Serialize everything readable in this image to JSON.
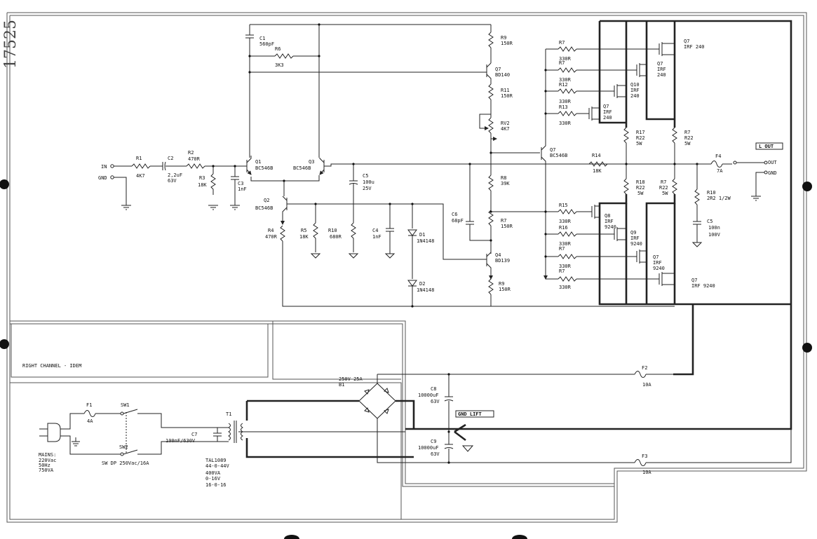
{
  "handwritten_id": "17525",
  "panel_label": "RIGHT CHANNEL - IDEM",
  "output_box": "L OUT",
  "gnd_lift_box": "GND LIFT",
  "terminals": {
    "in": "IN",
    "gnd": "GND",
    "out": "OUT",
    "gnd_out": "GND"
  },
  "mains": {
    "line1": "MAINS:",
    "line2": "220Vac",
    "line3": "50Hz",
    "line4": "750VA"
  },
  "components": {
    "R1": {
      "ref": "R1",
      "val": "4K7"
    },
    "C2": {
      "ref": "C2",
      "val": "2,2uF",
      "val2": "63V"
    },
    "R2": {
      "ref": "R2",
      "val": "470R"
    },
    "R3": {
      "ref": "R3",
      "val": "18K"
    },
    "C3": {
      "ref": "C3",
      "val": "1nF"
    },
    "C1": {
      "ref": "C1",
      "val": "560pF"
    },
    "R6": {
      "ref": "R6",
      "val": "3K3"
    },
    "Q1": {
      "ref": "Q1",
      "val": "BC546B"
    },
    "Q3": {
      "ref": "Q3",
      "val": "BC546B"
    },
    "Q2": {
      "ref": "Q2",
      "val": "BC546B"
    },
    "C5a": {
      "ref": "C5",
      "val": "100u",
      "val2": "25V"
    },
    "R4": {
      "ref": "R4",
      "val": "470R"
    },
    "R5": {
      "ref": "R5",
      "val": "18K"
    },
    "R10a": {
      "ref": "R10",
      "val": "680R"
    },
    "C4": {
      "ref": "C4",
      "val": "1nF"
    },
    "D1": {
      "ref": "D1",
      "val": "1N4148"
    },
    "D2": {
      "ref": "D2",
      "val": "1N4148"
    },
    "R9a": {
      "ref": "R9",
      "val": "150R"
    },
    "Q7a": {
      "ref": "Q7",
      "val": "BD140"
    },
    "R11": {
      "ref": "R11",
      "val": "150R"
    },
    "RV2": {
      "ref": "RV2",
      "val": "4K7"
    },
    "Q7b": {
      "ref": "Q7",
      "val": "BC546B"
    },
    "R8": {
      "ref": "R8",
      "val": "39K"
    },
    "C6": {
      "ref": "C6",
      "val": "68pF"
    },
    "R7a": {
      "ref": "R7",
      "val": "150R"
    },
    "Q4": {
      "ref": "Q4",
      "val": "BD139"
    },
    "R9b": {
      "ref": "R9",
      "val": "150R"
    },
    "R14": {
      "ref": "R14",
      "val": "18K"
    },
    "R7g1": {
      "ref": "R7",
      "val": "330R"
    },
    "R7g2": {
      "ref": "R7",
      "val": "330R"
    },
    "R12": {
      "ref": "R12",
      "val": "330R"
    },
    "R13": {
      "ref": "R13",
      "val": "330R"
    },
    "Qp1": {
      "ref": "Q7",
      "val": "IRF 240"
    },
    "Qp2": {
      "ref": "Q7",
      "val": "IRF",
      "val2": "240"
    },
    "Qp3": {
      "ref": "Q10",
      "val": "IRF",
      "val2": "240"
    },
    "Qp4": {
      "ref": "Q7",
      "val": "IRF",
      "val2": "240"
    },
    "R17": {
      "ref": "R17",
      "val": "R22",
      "val2": "5W"
    },
    "R7s1": {
      "ref": "R7",
      "val": "R22",
      "val2": "5W"
    },
    "R18": {
      "ref": "R18",
      "val": "R22",
      "val2": "5W"
    },
    "R7s2": {
      "ref": "R7",
      "val": "R22",
      "val2": "5W"
    },
    "R15": {
      "ref": "R15",
      "val": "330R"
    },
    "R16": {
      "ref": "R16",
      "val": "330R"
    },
    "R7g3": {
      "ref": "R7",
      "val": "330R"
    },
    "R7g4": {
      "ref": "R7",
      "val": "330R"
    },
    "Qn1": {
      "ref": "Q8",
      "val": "IRF",
      "val2": "9240"
    },
    "Qn2": {
      "ref": "Q9",
      "val": "IRF",
      "val2": "9240"
    },
    "Qn3": {
      "ref": "Q7",
      "val": "IRF",
      "val2": "9240"
    },
    "Qn4": {
      "ref": "Q7",
      "val": "IRF 9240"
    },
    "F4": {
      "ref": "F4",
      "val": "7A"
    },
    "R10b": {
      "ref": "R10",
      "val": "2R2 1/2W"
    },
    "C5b": {
      "ref": "C5",
      "val": "100n",
      "val2": "100V"
    },
    "F2": {
      "ref": "F2",
      "val": "10A"
    },
    "F3": {
      "ref": "F3",
      "val": "10A"
    },
    "B1": {
      "ref": "B1",
      "val": "250V 25A"
    },
    "C8": {
      "ref": "C8",
      "val": "10000uF",
      "val2": "63V"
    },
    "C9": {
      "ref": "C9",
      "val": "10000uF",
      "val2": "63V"
    },
    "F1": {
      "ref": "F1",
      "val": "4A"
    },
    "SW1": {
      "ref": "SW1"
    },
    "SW2": {
      "ref": "SW2",
      "val": "SW DP 250Vac/16A"
    },
    "C7": {
      "ref": "C7",
      "val": "100nF/630V"
    },
    "T1": {
      "ref": "T1",
      "val": "TAL1089",
      "l2": "44-0-44V",
      "l3": "400VA",
      "l4": "0-16V",
      "l5": "16-0-16"
    }
  }
}
